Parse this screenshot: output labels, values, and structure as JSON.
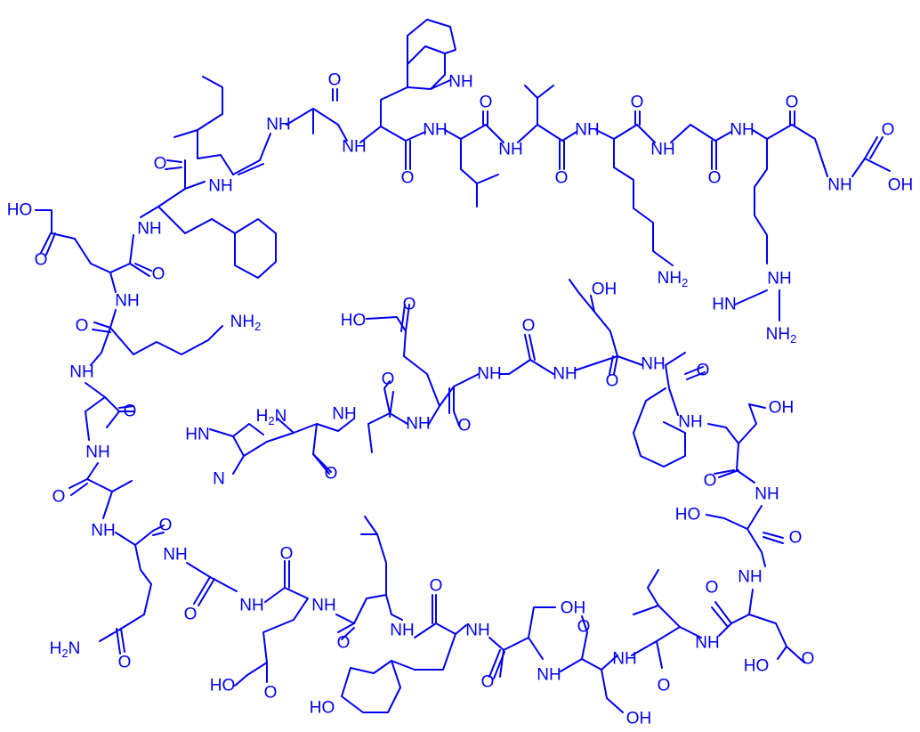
{
  "colors": {
    "ink": "#0000ee",
    "background": "#ffffff"
  },
  "labels": {
    "hn_trp": "NH",
    "nh_ile": "NH",
    "ho_glu1": "HO",
    "nh_phe1": "NH",
    "nh_glu1": "NH",
    "nh2_lys1": "NH2",
    "nh_lys1": "NH",
    "nh_ala1": "NH",
    "nh_ala2": "NH",
    "hn_his": "HN",
    "n_his": "N",
    "nh2_his": "H2N",
    "nh_gln": "NH",
    "h2n_gln": "H2N",
    "nh_gly1": "NH",
    "nh_glu3": "NH",
    "ho_glu3": "HO",
    "nh_leu2": "NH",
    "ho_tyr": "HO",
    "nh_tyr": "NH",
    "nh_ser1": "NH",
    "oh_ser1": "OH",
    "nh_ser2": "NH",
    "oh_ser2": "OH",
    "nh_val2": "NH",
    "nh_asp": "NH",
    "ho_asp": "HO",
    "nh_ser3": "NH",
    "ho_ser3": "HO",
    "nh_thr2": "NH",
    "oh_thr2": "OH",
    "nh_phe2": "NH",
    "oh_thr1": "OH",
    "nh_thr1": "NH",
    "nh_gly2": "NH",
    "ho_glu2": "HO",
    "nh_glu2": "NH",
    "nh_ala3": "NH",
    "nh_ala4": "NH",
    "nh_trp": "NH",
    "nh_leu1": "NH",
    "nh_val1": "NH",
    "nh_lys2": "NH",
    "nh2_lys2": "NH2",
    "nh_gly3": "NH",
    "nh_arg": "NH",
    "nh_gly4": "NH",
    "oh_cterm": "OH",
    "nh_guan": "NH",
    "hn_guan": "HN",
    "nh2_guan": "NH2"
  }
}
